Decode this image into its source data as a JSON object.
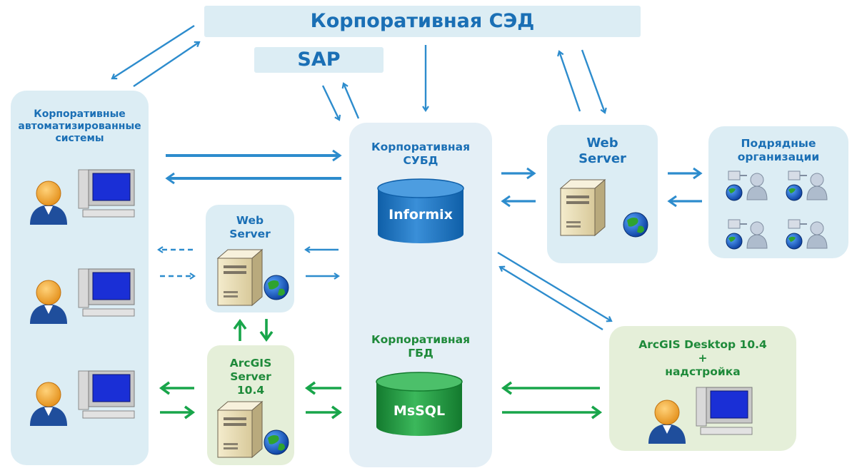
{
  "title": "Корпоративная СЭД",
  "sap": "SAP",
  "left_panel": {
    "label": "Корпоративные\nавтоматизированные\nсистемы"
  },
  "dbms": {
    "label": "Корпоративная\nСУБД",
    "db": "Informix"
  },
  "gbd": {
    "label": "Корпоративная\nГБД",
    "db": "MsSQL"
  },
  "web_server_top": {
    "label": "Web\nServer"
  },
  "web_server_mid": {
    "label": "Web\nServer"
  },
  "contractors": {
    "label": "Подрядные\nорганизации"
  },
  "arcgis_server": {
    "label": "ArcGIS\nServer\n10.4"
  },
  "arcgis_desktop": {
    "label": "ArcGIS Desktop 10.4\n+\nнадстройка"
  },
  "colors": {
    "panel_blue": "#dcedf4",
    "panel_green": "#e5efd9",
    "arrow_blue": "#2d8ccd",
    "arrow_green": "#18a54a",
    "cyl_blue": "#1a73c2",
    "cyl_green": "#1f9a3e"
  },
  "icons": [
    "user-icon",
    "monitor-icon",
    "server-icon",
    "globe-icon",
    "database-icon"
  ]
}
